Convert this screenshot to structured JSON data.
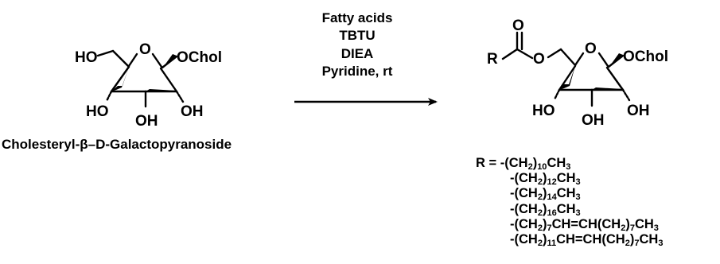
{
  "reagents": {
    "acids": "Fatty acids",
    "coupling": "TBTU",
    "base": "DIEA",
    "solvent": "Pyridine, rt"
  },
  "start_name": "Cholesteryl-β–D-Galactopyranoside",
  "labels": {
    "ho": "HO",
    "o": "O",
    "ochol": "OChol",
    "oh": "OH",
    "r": "R"
  },
  "r_groups": {
    "prefix": "R =",
    "items": [
      {
        "a": "-(CH",
        "n1": "2",
        "b": ")",
        "n2": "10",
        "c": "CH",
        "n3": "3"
      },
      {
        "a": "-(CH",
        "n1": "2",
        "b": ")",
        "n2": "12",
        "c": "CH",
        "n3": "3"
      },
      {
        "a": "-(CH",
        "n1": "2",
        "b": ")",
        "n2": "14",
        "c": "CH",
        "n3": "3"
      },
      {
        "a": "-(CH",
        "n1": "2",
        "b": ")",
        "n2": "16",
        "c": "CH",
        "n3": "3"
      },
      {
        "a": "-(CH",
        "n1": "2",
        "b": ")",
        "n2": "7",
        "c": "CH=CH(CH",
        "n3": "2",
        "d": ")",
        "n4": "7",
        "e": "CH",
        "n5": "3"
      },
      {
        "a": "-(CH",
        "n1": "2",
        "b": ")",
        "n2": "11",
        "c": "CH=CH(CH",
        "n3": "2",
        "d": ")",
        "n4": "7",
        "e": "CH",
        "n5": "3"
      }
    ]
  }
}
